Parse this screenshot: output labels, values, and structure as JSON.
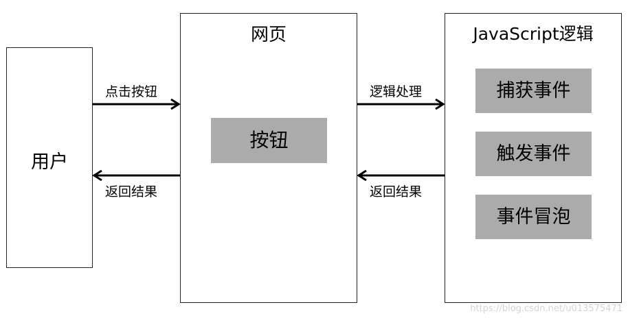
{
  "user": {
    "label": "用户"
  },
  "webpage": {
    "title": "网页",
    "button_label": "按钮"
  },
  "js": {
    "title": "JavaScript逻辑",
    "items": [
      "捕获事件",
      "触发事件",
      "事件冒泡"
    ]
  },
  "edges": {
    "user_to_page": "点击按钮",
    "page_to_user": "返回结果",
    "page_to_js": "逻辑处理",
    "js_to_page": "返回结果"
  },
  "watermark": "https://blog.csdn.net/u013575471"
}
